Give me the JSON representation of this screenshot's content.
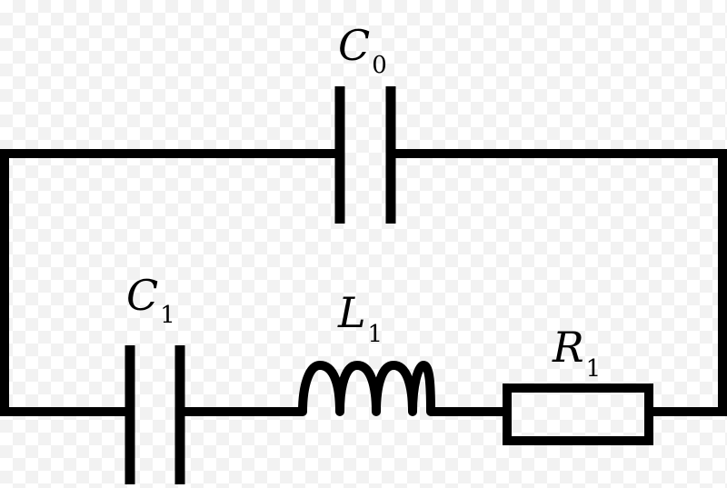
{
  "diagram": {
    "title": "",
    "components": {
      "c0": {
        "symbol": "C",
        "subscript": "0"
      },
      "c1": {
        "symbol": "C",
        "subscript": "1"
      },
      "l1": {
        "symbol": "L",
        "subscript": "1"
      },
      "r1": {
        "symbol": "R",
        "subscript": "1"
      }
    }
  },
  "colors": {
    "stroke": "#000000",
    "background": "#ffffff"
  }
}
